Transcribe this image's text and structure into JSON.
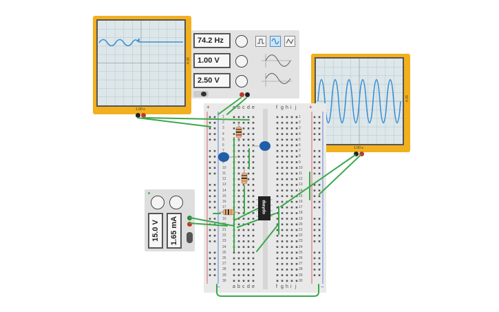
{
  "oscilloscope_left": {
    "side_label": "10 V",
    "bottom_label": "1.00 s"
  },
  "oscilloscope_right": {
    "side_label": "10 V",
    "bottom_label": "1.00 s"
  },
  "function_generator": {
    "frequency": "74.2 Hz",
    "amplitude": "1.00 V",
    "dc_offset": "2.50 V",
    "selected_waveform": "sine"
  },
  "power_supply": {
    "voltage": "15.0 V",
    "current": "1.65 mA"
  },
  "opamp": {
    "label": "opAmp"
  },
  "breadboard": {
    "columns_left": [
      "a",
      "b",
      "c",
      "d",
      "e"
    ],
    "columns_right": [
      "f",
      "g",
      "h",
      "i",
      "j"
    ],
    "plus": "+",
    "minus": "−",
    "row_labels": [
      "1",
      "2",
      "3",
      "4",
      "5",
      "6",
      "7",
      "8",
      "9",
      "10",
      "11",
      "12",
      "13",
      "14",
      "15",
      "16",
      "17",
      "18",
      "19",
      "20",
      "21",
      "22",
      "23",
      "24",
      "25",
      "26",
      "27",
      "28",
      "29",
      "30"
    ]
  },
  "colors": {
    "scope_frame": "#f2b01e",
    "wire": "#3aa84a",
    "trace": "#3a8fd4",
    "capacitor": "#1f5ea8"
  }
}
